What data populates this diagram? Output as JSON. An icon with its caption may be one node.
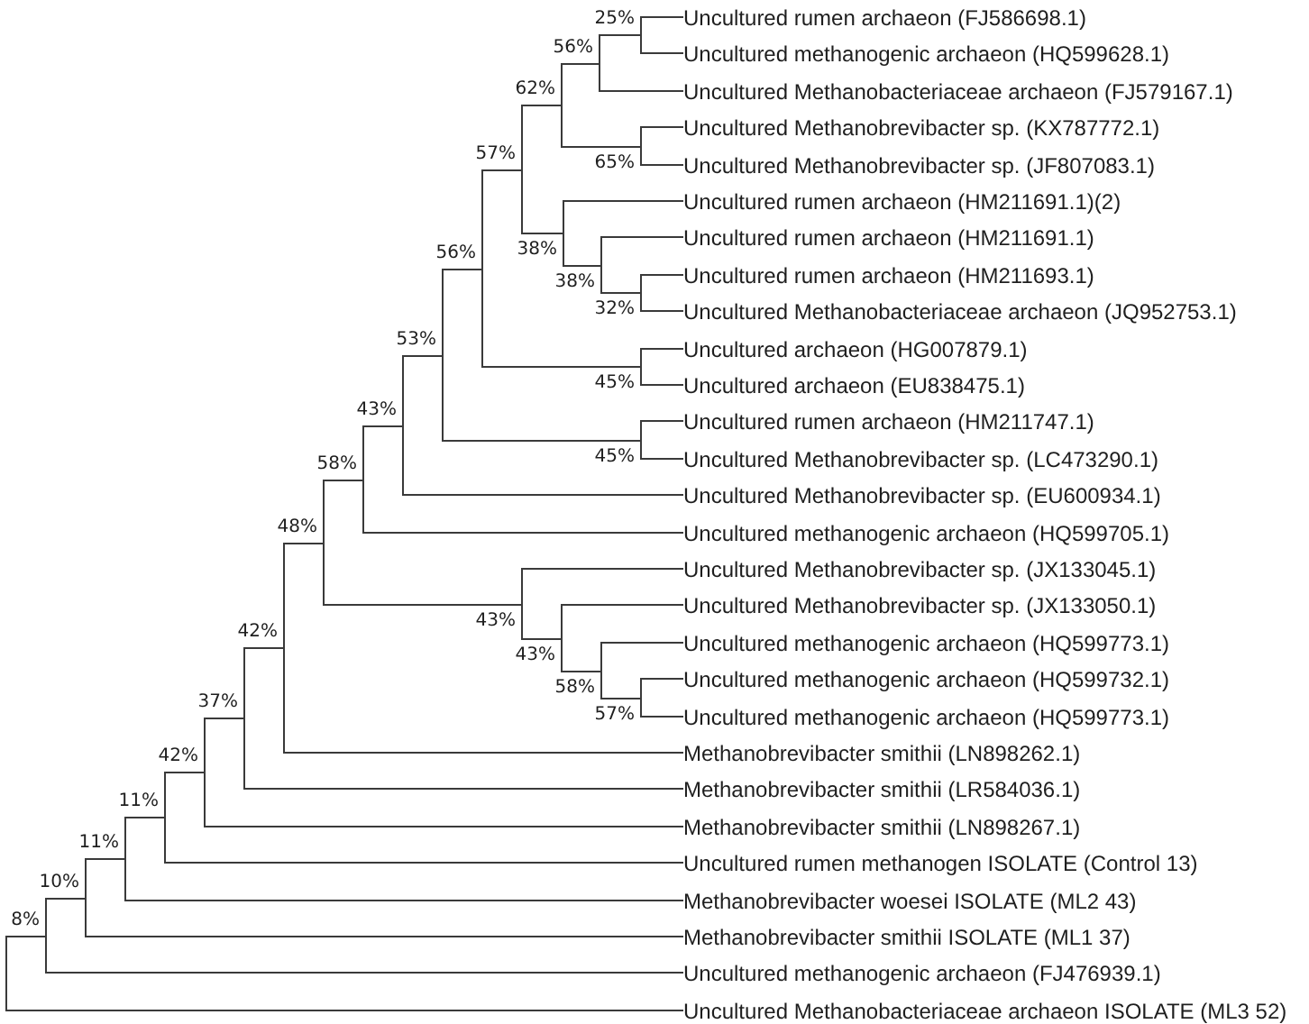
{
  "diagram": {
    "nodes": [
      {
        "text": [
          "Uncultured rumen archaeon (FJ586698.1)"
        ]
      },
      {
        "text": [
          "Uncultured methanogenic archaeon (HQ599628.1)"
        ]
      },
      {
        "text": [
          "Uncultured Methanobacteriaceae archaeon (FJ579167.1)"
        ]
      },
      {
        "text": [
          "Uncultured Methanobrevibacter sp. (KX787772.1)"
        ]
      },
      {
        "text": [
          "Uncultured Methanobrevibacter sp. (JF807083.1)"
        ]
      },
      {
        "text": [
          "Uncultured rumen archaeon (HM211691.1)(2)"
        ]
      },
      {
        "text": [
          "Uncultured rumen archaeon (HM211691.1)"
        ]
      },
      {
        "text": [
          "Uncultured rumen archaeon (HM211693.1)"
        ]
      },
      {
        "text": [
          "Uncultured Methanobacteriaceae archaeon (JQ952753.1)"
        ]
      },
      {
        "text": [
          "Uncultured archaeon (HG007879.1)"
        ]
      },
      {
        "text": [
          "Uncultured archaeon (EU838475.1)"
        ]
      },
      {
        "text": [
          "Uncultured rumen archaeon (HM211747.1)"
        ]
      },
      {
        "text": [
          "Uncultured Methanobrevibacter sp. (LC473290.1)"
        ]
      },
      {
        "text": [
          "Uncultured Methanobrevibacter sp. (EU600934.1)"
        ]
      },
      {
        "text": [
          "Uncultured methanogenic archaeon (HQ599705.1)"
        ]
      },
      {
        "text": [
          "Uncultured Methanobrevibacter sp. (JX133045.1)"
        ]
      },
      {
        "text": [
          "Uncultured Methanobrevibacter sp. (JX133050.1)"
        ]
      },
      {
        "text": [
          "Uncultured methanogenic archaeon (HQ599773.1)"
        ]
      },
      {
        "text": [
          "Uncultured methanogenic archaeon (HQ599732.1)"
        ]
      },
      {
        "text": [
          "Uncultured methanogenic archaeon (HQ599773.1)"
        ]
      },
      {
        "text": [
          "Methanobrevibacter smithii (LN898262.1)"
        ]
      },
      {
        "text": [
          "Methanobrevibacter smithii (LR584036.1)"
        ]
      },
      {
        "text": [
          "Methanobrevibacter smithii (LN898267.1)"
        ]
      },
      {
        "text": [
          "Uncultured rumen methanogen ISOLATE (Control 13)"
        ]
      },
      {
        "text": [
          "Methanobrevibacter woesei ISOLATE (ML2 43)"
        ]
      },
      {
        "text": [
          "Methanobrevibacter smithii ISOLATE (ML1 37)"
        ]
      },
      {
        "text": [
          "Uncultured methanogenic archaeon (FJ476939.1)"
        ]
      },
      {
        "text": [
          "Uncultured Methanobacteriaceae archaeon ISOLATE (ML3 52)"
        ]
      },
      {
        "text": [
          "25%"
        ]
      },
      {
        "text": [
          "56%"
        ]
      },
      {
        "text": [
          "62%"
        ]
      },
      {
        "text": [
          "65%"
        ]
      },
      {
        "text": [
          "57%"
        ]
      },
      {
        "text": [
          "38%"
        ]
      },
      {
        "text": [
          "38%"
        ]
      },
      {
        "text": [
          "32%"
        ]
      },
      {
        "text": [
          "56%"
        ]
      },
      {
        "text": [
          "45%"
        ]
      },
      {
        "text": [
          "53%"
        ]
      },
      {
        "text": [
          "45%"
        ]
      },
      {
        "text": [
          "43%"
        ]
      },
      {
        "text": [
          "58%"
        ]
      },
      {
        "text": [
          "48%"
        ]
      },
      {
        "text": [
          "43%"
        ]
      },
      {
        "text": [
          "43%"
        ]
      },
      {
        "text": [
          "58%"
        ]
      },
      {
        "text": [
          "57%"
        ]
      },
      {
        "text": [
          "42%"
        ]
      },
      {
        "text": [
          "37%"
        ]
      },
      {
        "text": [
          "42%"
        ]
      },
      {
        "text": [
          "11%"
        ]
      },
      {
        "text": [
          "11%"
        ]
      },
      {
        "text": [
          "10%"
        ]
      },
      {
        "text": [
          "8%"
        ]
      }
    ],
    "edges": [
      {
        "from": 28,
        "to": 0,
        "arrow": "none"
      },
      {
        "from": 28,
        "to": 1,
        "arrow": "none"
      },
      {
        "from": 29,
        "to": 28,
        "arrow": "none"
      },
      {
        "from": 29,
        "to": 2,
        "arrow": "none"
      },
      {
        "from": 30,
        "to": 29,
        "arrow": "none"
      },
      {
        "from": 30,
        "to": 31,
        "arrow": "none"
      },
      {
        "from": 31,
        "to": 3,
        "arrow": "none"
      },
      {
        "from": 31,
        "to": 4,
        "arrow": "none"
      },
      {
        "from": 32,
        "to": 30,
        "arrow": "none"
      },
      {
        "from": 32,
        "to": 33,
        "arrow": "none"
      },
      {
        "from": 33,
        "to": 5,
        "arrow": "none"
      },
      {
        "from": 33,
        "to": 34,
        "arrow": "none"
      },
      {
        "from": 34,
        "to": 6,
        "arrow": "none"
      },
      {
        "from": 34,
        "to": 35,
        "arrow": "none"
      },
      {
        "from": 35,
        "to": 7,
        "arrow": "none"
      },
      {
        "from": 35,
        "to": 8,
        "arrow": "none"
      },
      {
        "from": 36,
        "to": 32,
        "arrow": "none"
      },
      {
        "from": 36,
        "to": 37,
        "arrow": "none"
      },
      {
        "from": 37,
        "to": 9,
        "arrow": "none"
      },
      {
        "from": 37,
        "to": 10,
        "arrow": "none"
      },
      {
        "from": 38,
        "to": 36,
        "arrow": "none"
      },
      {
        "from": 38,
        "to": 39,
        "arrow": "none"
      },
      {
        "from": 39,
        "to": 11,
        "arrow": "none"
      },
      {
        "from": 39,
        "to": 12,
        "arrow": "none"
      },
      {
        "from": 40,
        "to": 38,
        "arrow": "none"
      },
      {
        "from": 40,
        "to": 13,
        "arrow": "none"
      },
      {
        "from": 41,
        "to": 40,
        "arrow": "none"
      },
      {
        "from": 41,
        "to": 14,
        "arrow": "none"
      },
      {
        "from": 42,
        "to": 41,
        "arrow": "none"
      },
      {
        "from": 42,
        "to": 43,
        "arrow": "none"
      },
      {
        "from": 43,
        "to": 15,
        "arrow": "none"
      },
      {
        "from": 43,
        "to": 44,
        "arrow": "none"
      },
      {
        "from": 44,
        "to": 16,
        "arrow": "none"
      },
      {
        "from": 44,
        "to": 45,
        "arrow": "none"
      },
      {
        "from": 45,
        "to": 17,
        "arrow": "none"
      },
      {
        "from": 45,
        "to": 46,
        "arrow": "none"
      },
      {
        "from": 46,
        "to": 18,
        "arrow": "none"
      },
      {
        "from": 46,
        "to": 19,
        "arrow": "none"
      },
      {
        "from": 47,
        "to": 42,
        "arrow": "none"
      },
      {
        "from": 47,
        "to": 20,
        "arrow": "none"
      },
      {
        "from": 48,
        "to": 47,
        "arrow": "none"
      },
      {
        "from": 48,
        "to": 21,
        "arrow": "none"
      },
      {
        "from": 49,
        "to": 48,
        "arrow": "none"
      },
      {
        "from": 49,
        "to": 22,
        "arrow": "none"
      },
      {
        "from": 50,
        "to": 49,
        "arrow": "none"
      },
      {
        "from": 50,
        "to": 23,
        "arrow": "none"
      },
      {
        "from": 51,
        "to": 50,
        "arrow": "none"
      },
      {
        "from": 51,
        "to": 24,
        "arrow": "none"
      },
      {
        "from": 52,
        "to": 51,
        "arrow": "none"
      },
      {
        "from": 52,
        "to": 25,
        "arrow": "none"
      },
      {
        "from": 53,
        "to": 52,
        "arrow": "none"
      },
      {
        "from": 53,
        "to": 26,
        "arrow": "none"
      },
      {
        "from": 53,
        "to": 27,
        "arrow": "none"
      }
    ]
  }
}
